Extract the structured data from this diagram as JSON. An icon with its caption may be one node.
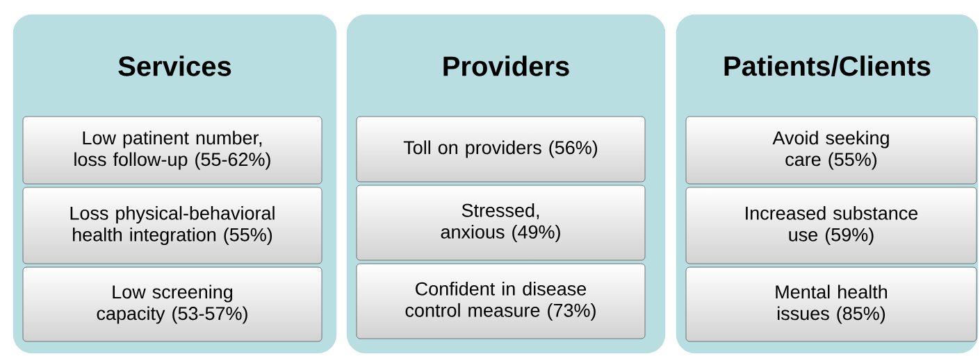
{
  "diagram": {
    "nodes": [
      {
        "text": [
          "Services"
        ]
      },
      {
        "text": [
          "Low patinent number, loss follow-up (55-62%)"
        ],
        "in": 0
      },
      {
        "text": [
          "Loss physical-behavioral health integration (55%)"
        ],
        "in": 0
      },
      {
        "text": [
          "Low screening capacity (53-57%)"
        ],
        "in": 0
      },
      {
        "text": [
          "Providers"
        ]
      },
      {
        "text": [
          "Toll on providers (56%)"
        ],
        "in": 4
      },
      {
        "text": [
          "Stressed, anxious (49%)"
        ],
        "in": 4
      },
      {
        "text": [
          "Confident in disease control measure (73%)"
        ],
        "in": 4
      },
      {
        "text": [
          "Patients/Clients"
        ]
      },
      {
        "text": [
          "Avoid seeking care (55%)"
        ],
        "in": 8
      },
      {
        "text": [
          "Increased  substance use (59%)"
        ],
        "in": 8
      },
      {
        "text": [
          "Mental health issues (85%)"
        ],
        "in": 8
      }
    ]
  }
}
